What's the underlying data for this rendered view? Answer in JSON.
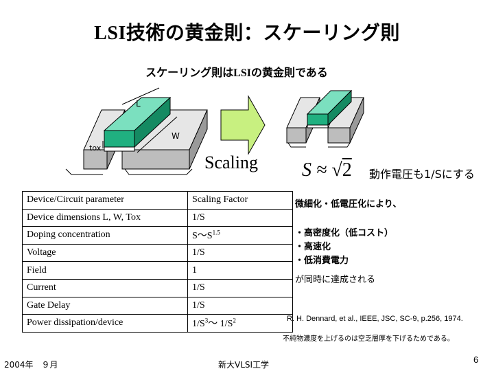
{
  "title": "LSI技術の黄金則：スケーリング則",
  "subtitle": "スケーリング則はLSIの黄金則である",
  "diagram": {
    "label_l": "L",
    "label_w": "W",
    "label_tox": "tox",
    "scaling_label": "Scaling",
    "body_color": "#bdbdbd",
    "gate_color": "#20b080",
    "arrow_color": "#c8f080"
  },
  "formula": {
    "lhs": "S",
    "op": "≈",
    "radicand": "2"
  },
  "voltage_note": "動作電圧も1/Sにする",
  "table": {
    "header": [
      "Device/Circuit parameter",
      "Scaling Factor"
    ],
    "rows": [
      [
        "Device dimensions L, W, Tox",
        "1/S"
      ],
      [
        "Doping concentration",
        "S～S",
        "1.5"
      ],
      [
        "Voltage",
        "1/S"
      ],
      [
        "Field",
        "1"
      ],
      [
        "Current",
        "1/S"
      ],
      [
        "Gate Delay",
        "1/S"
      ],
      [
        "Power dissipation/device",
        "1/S",
        "3",
        "～ 1/S",
        "2"
      ]
    ]
  },
  "benefits": {
    "intro": "微細化・低電圧化により、",
    "items": [
      "・高密度化（低コスト）",
      "・高速化",
      "・低消費電力"
    ],
    "outro": "が同時に達成される"
  },
  "reference": "R. H. Dennard, et al., IEEE, JSC, SC-9, p.256, 1974.",
  "footnote": "不純物濃度を上げるのは空乏層厚を下げるためである。",
  "footer": {
    "date": "2004年　９月",
    "org": "新大VLSI工学",
    "page": "6"
  }
}
